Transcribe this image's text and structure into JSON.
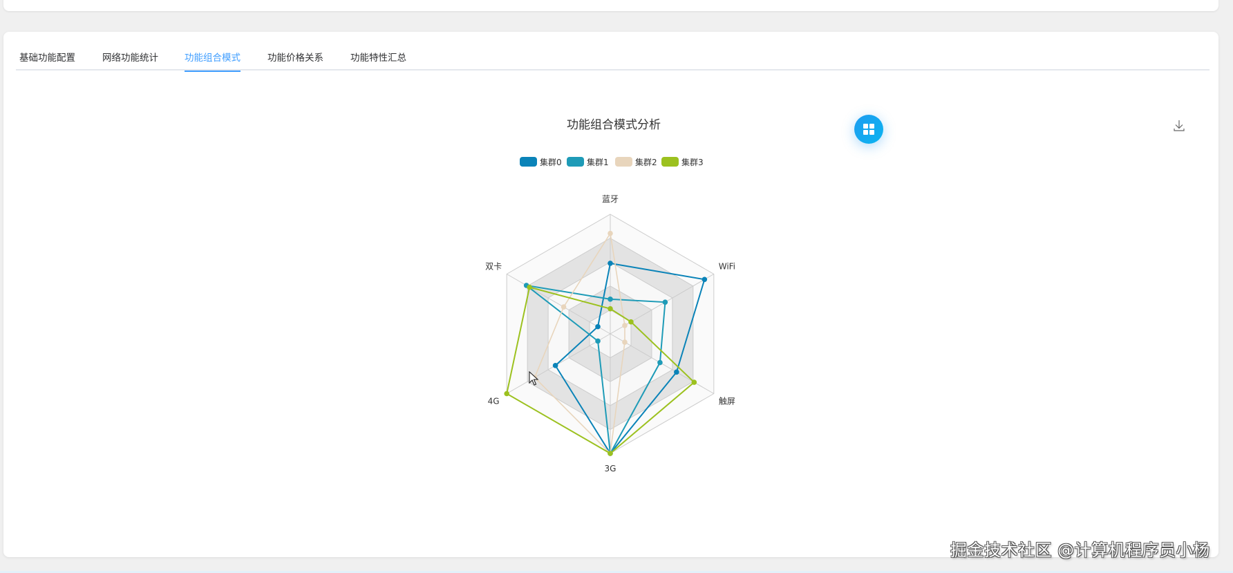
{
  "tabs": [
    {
      "label": "基础功能配置",
      "active": false
    },
    {
      "label": "网络功能统计",
      "active": false
    },
    {
      "label": "功能组合模式",
      "active": true
    },
    {
      "label": "功能价格关系",
      "active": false
    },
    {
      "label": "功能特性汇总",
      "active": false
    }
  ],
  "toolbox": {
    "grid_icon": "grid-icon",
    "download_icon": "download-icon"
  },
  "watermark": "掘金技术社区 @计算机程序员小杨",
  "chart_data": {
    "type": "radar",
    "title": "功能组合模式分析",
    "indicators": [
      "蓝牙",
      "WiFi",
      "触屏",
      "3G",
      "4G",
      "双卡"
    ],
    "max": 1.0,
    "split_number": 5,
    "legend_position": "top",
    "series": [
      {
        "name": "集群0",
        "color": "#0a83b8",
        "values": [
          0.59,
          0.91,
          0.64,
          1.0,
          0.53,
          0.12
        ]
      },
      {
        "name": "集群1",
        "color": "#1e9bb7",
        "values": [
          0.29,
          0.53,
          0.48,
          1.0,
          0.12,
          0.81
        ]
      },
      {
        "name": "集群2",
        "color": "#e8d5bc",
        "values": [
          0.84,
          0.14,
          0.14,
          1.0,
          0.73,
          0.45
        ]
      },
      {
        "name": "集群3",
        "color": "#9cc11f",
        "values": [
          0.21,
          0.2,
          0.81,
          1.0,
          1.0,
          0.78
        ]
      }
    ]
  }
}
